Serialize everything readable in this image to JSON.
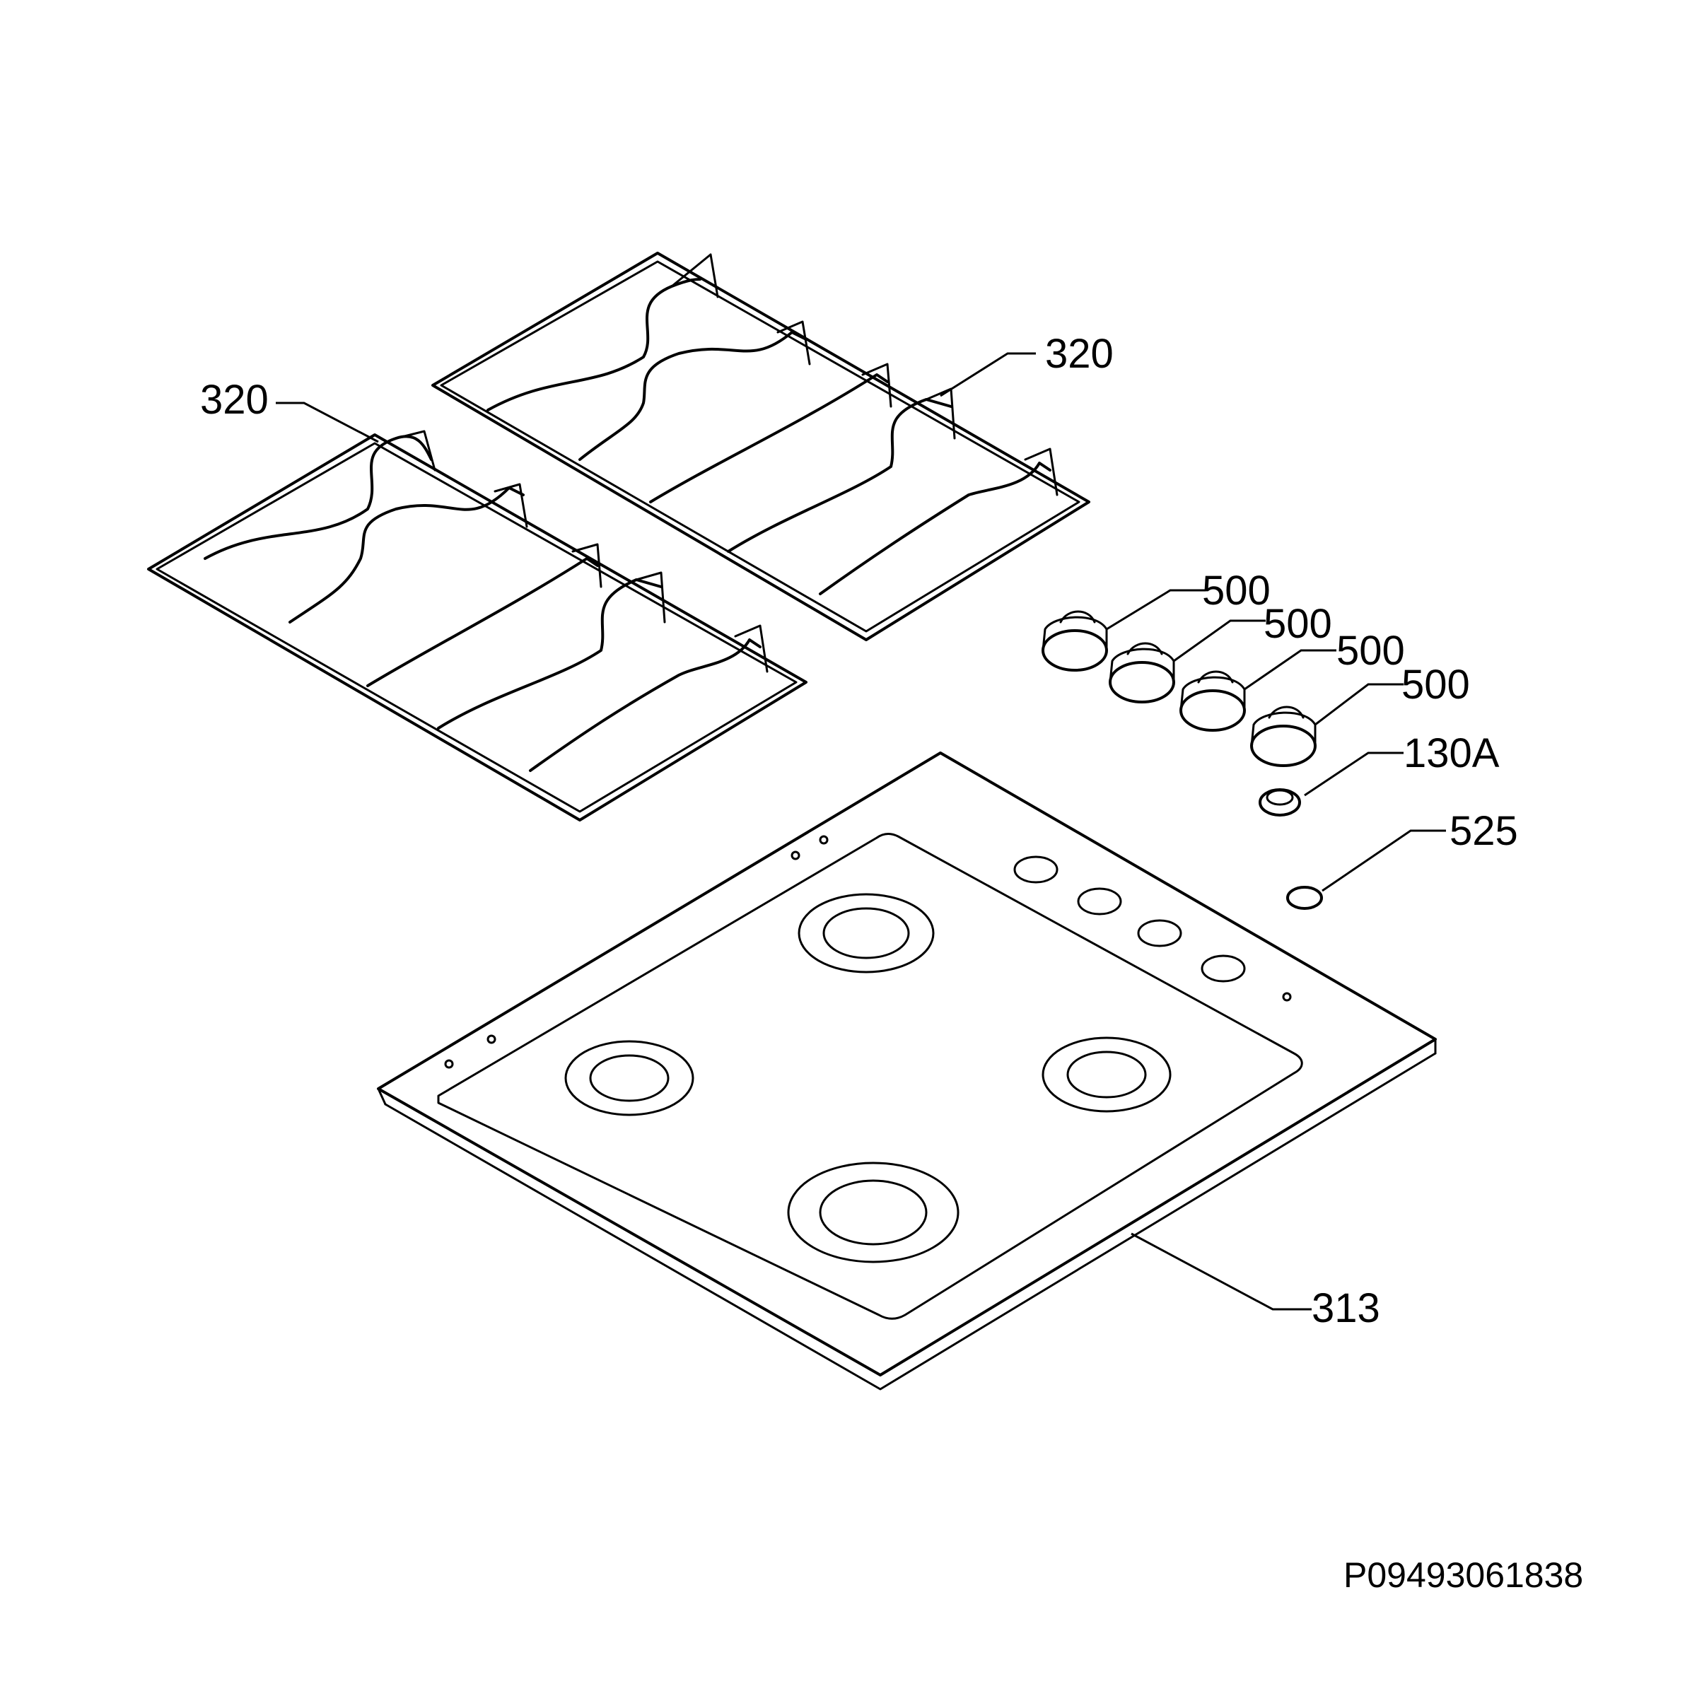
{
  "callouts": {
    "grate_left": "320",
    "grate_right": "320",
    "knob_1": "500",
    "knob_2": "500",
    "knob_3": "500",
    "knob_4": "500",
    "part_130a": "130A",
    "part_525": "525",
    "hob_top": "313"
  },
  "document_id": "P09493061838"
}
